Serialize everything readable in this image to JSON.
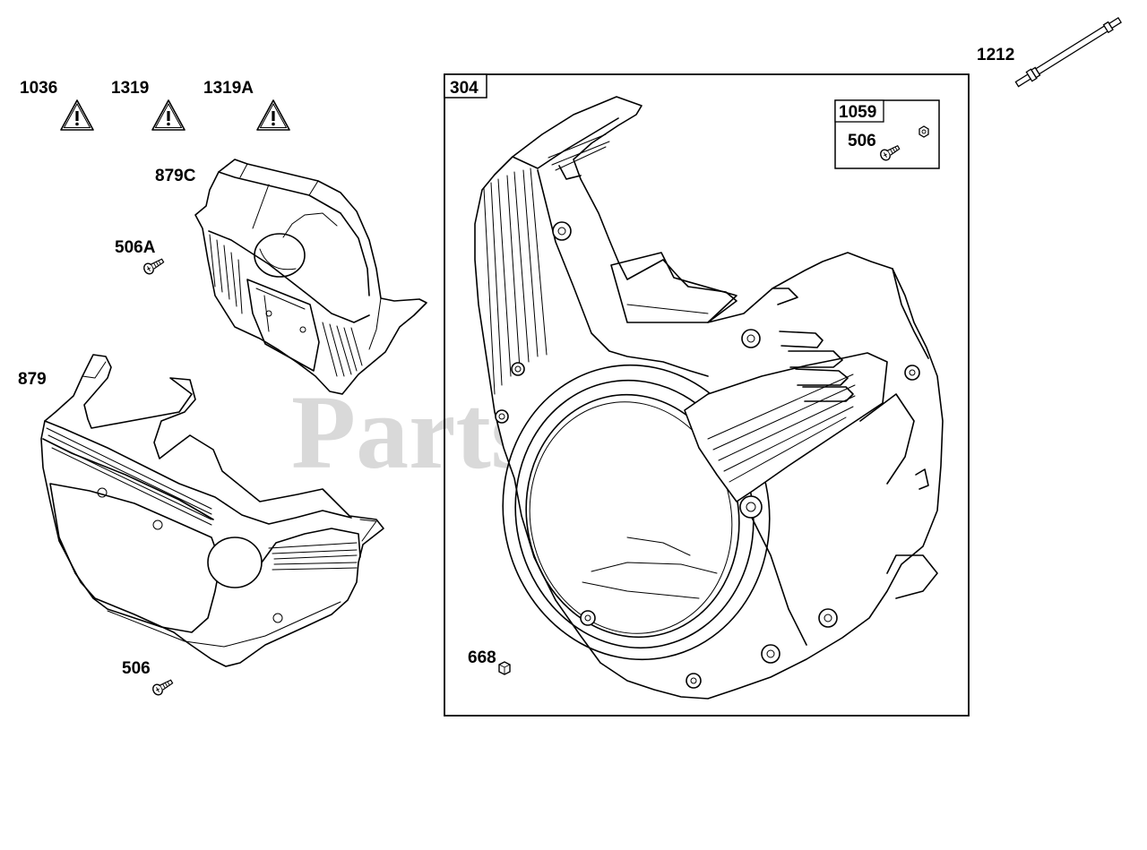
{
  "watermark": "PartsTree",
  "labels": {
    "l1036": "1036",
    "l1319": "1319",
    "l1319A": "1319A",
    "l879C": "879C",
    "l506A": "506A",
    "l879": "879",
    "l506": "506",
    "l304": "304",
    "l1059": "1059",
    "l506b": "506",
    "l668": "668",
    "l1212": "1212"
  },
  "icons": [
    "warning-icon",
    "warning-icon",
    "warning-icon",
    "screw-icon",
    "nut-icon",
    "pin-icon"
  ]
}
